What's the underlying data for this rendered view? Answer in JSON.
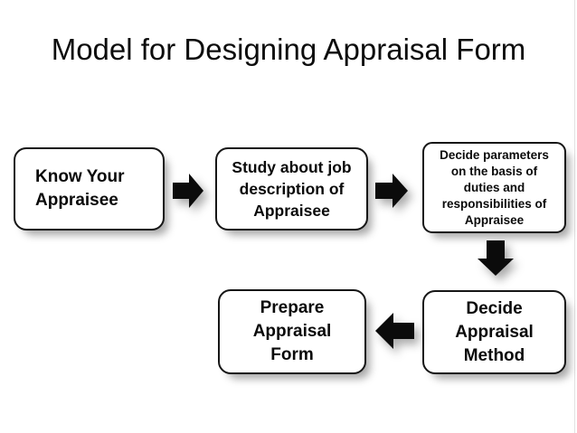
{
  "slide": {
    "title": "Model for Designing Appraisal Form",
    "background_color": "#ffffff",
    "accent_color": "#0a0a0a"
  },
  "diagram": {
    "type": "flowchart",
    "nodes": [
      {
        "id": "know",
        "label": "Know Your\nAppraisee"
      },
      {
        "id": "study",
        "label": "Study about job\ndescription of\nAppraisee"
      },
      {
        "id": "params",
        "label": "Decide parameters\non the basis of\nduties and\nresponsibilities of\nAppraisee"
      },
      {
        "id": "method",
        "label": "Decide\nAppraisal\nMethod"
      },
      {
        "id": "prepare",
        "label": "Prepare\nAppraisal\nForm"
      }
    ],
    "connectors": [
      {
        "id": "arrow-1",
        "from": "know",
        "to": "study",
        "direction": "right",
        "icon": "arrow-right-icon"
      },
      {
        "id": "arrow-2",
        "from": "study",
        "to": "params",
        "direction": "right",
        "icon": "arrow-right-icon"
      },
      {
        "id": "arrow-3",
        "from": "params",
        "to": "method",
        "direction": "down",
        "icon": "arrow-down-icon"
      },
      {
        "id": "arrow-4",
        "from": "method",
        "to": "prepare",
        "direction": "left",
        "icon": "arrow-left-icon"
      }
    ]
  }
}
